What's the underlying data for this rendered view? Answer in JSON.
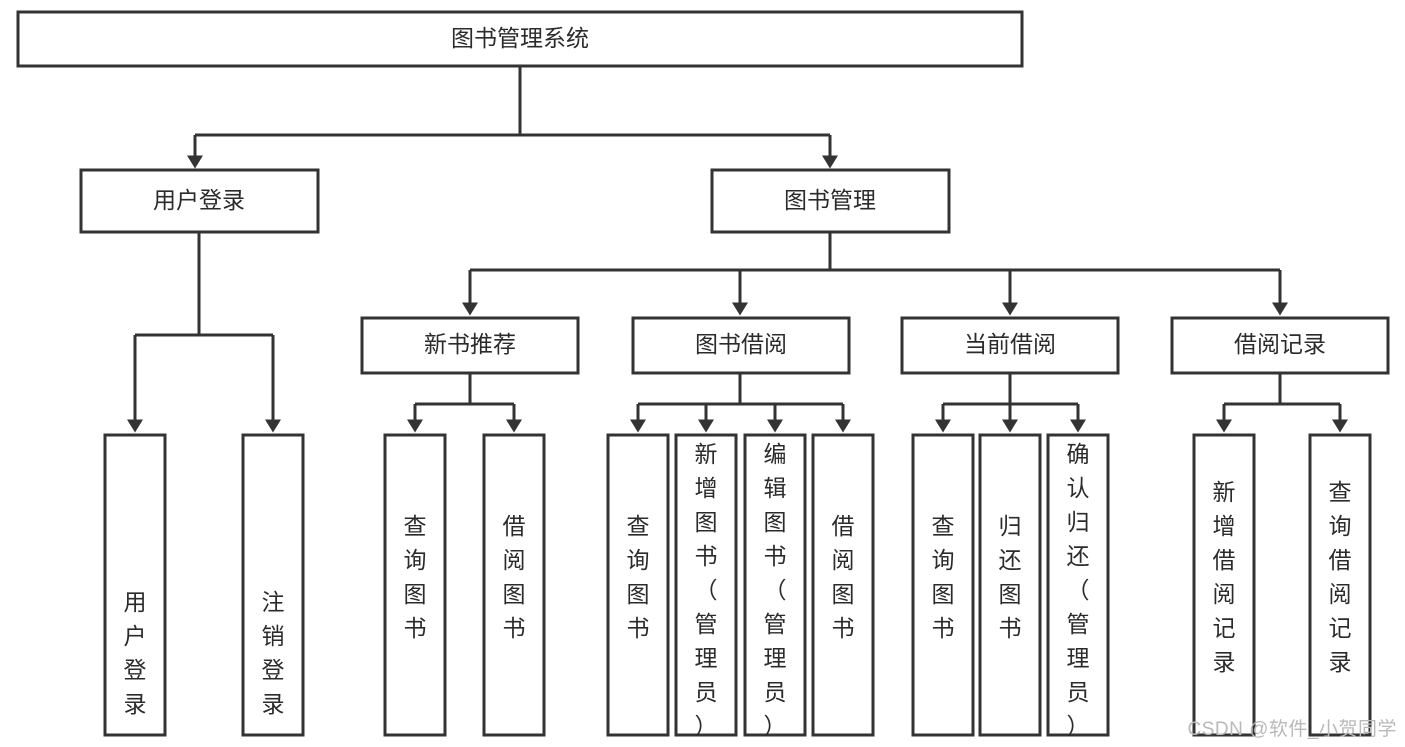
{
  "diagram": {
    "type": "tree-hierarchy",
    "title": "图书管理系统",
    "watermark": "CSDN @软件_小贺同学",
    "colors": {
      "box_stroke": "#333333",
      "box_fill": "#ffffff",
      "text": "#2b2b2b",
      "watermark": "#b9b9b9"
    },
    "levels": {
      "level1": {
        "label": "图书管理系统",
        "orientation": "horizontal"
      },
      "level2": [
        {
          "label": "用户登录",
          "orientation": "horizontal"
        },
        {
          "label": "图书管理",
          "orientation": "horizontal"
        }
      ],
      "level3": [
        {
          "label": "新书推荐",
          "orientation": "horizontal"
        },
        {
          "label": "图书借阅",
          "orientation": "horizontal"
        },
        {
          "label": "当前借阅",
          "orientation": "horizontal"
        },
        {
          "label": "借阅记录",
          "orientation": "horizontal"
        }
      ],
      "leaves": [
        {
          "label": "用户登录",
          "parent": "用户登录",
          "orientation": "vertical",
          "align": "bottom"
        },
        {
          "label": "注销登录",
          "parent": "用户登录",
          "orientation": "vertical",
          "align": "bottom"
        },
        {
          "label": "查询图书",
          "parent": "新书推荐",
          "orientation": "vertical",
          "align": "middle"
        },
        {
          "label": "借阅图书",
          "parent": "新书推荐",
          "orientation": "vertical",
          "align": "middle"
        },
        {
          "label": "查询图书",
          "parent": "图书借阅",
          "orientation": "vertical",
          "align": "middle"
        },
        {
          "label": "新增图书（管理员）",
          "parent": "图书借阅",
          "orientation": "vertical",
          "align": "top"
        },
        {
          "label": "编辑图书（管理员）",
          "parent": "图书借阅",
          "orientation": "vertical",
          "align": "top"
        },
        {
          "label": "借阅图书",
          "parent": "图书借阅",
          "orientation": "vertical",
          "align": "middle"
        },
        {
          "label": "查询图书",
          "parent": "当前借阅",
          "orientation": "vertical",
          "align": "middle"
        },
        {
          "label": "归还图书",
          "parent": "当前借阅",
          "orientation": "vertical",
          "align": "middle"
        },
        {
          "label": "确认归还（管理员）",
          "parent": "当前借阅",
          "orientation": "vertical",
          "align": "top"
        },
        {
          "label": "新增借阅记录",
          "parent": "借阅记录",
          "orientation": "vertical",
          "align": "middle"
        },
        {
          "label": "查询借阅记录",
          "parent": "借阅记录",
          "orientation": "vertical",
          "align": "middle"
        }
      ]
    }
  }
}
